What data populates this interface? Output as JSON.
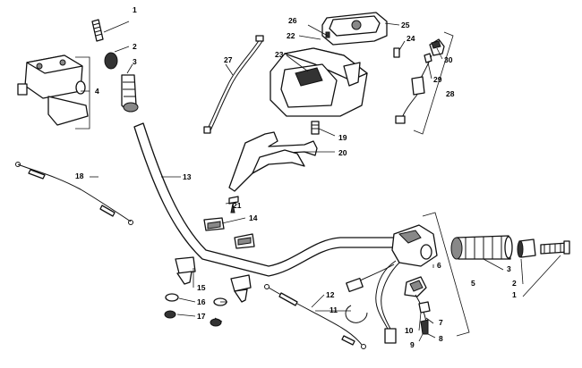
{
  "callouts": {
    "c1a": "1",
    "c2a": "2",
    "c3a": "3",
    "c4": "4",
    "c5": "5",
    "c6": "6",
    "c7": "7",
    "c8": "8",
    "c9": "9",
    "c10": "10",
    "c11": "11",
    "c12": "12",
    "c13": "13",
    "c14": "14",
    "c15": "15",
    "c16": "16",
    "c17": "17",
    "c18": "18",
    "c19": "19",
    "c20": "20",
    "c21": "21",
    "c22": "22",
    "c23": "23",
    "c24": "24",
    "c25": "25",
    "c26": "26",
    "c27": "27",
    "c28": "28",
    "c29": "29",
    "c30": "30",
    "c1b": "1",
    "c2b": "2",
    "c3b": "3"
  }
}
